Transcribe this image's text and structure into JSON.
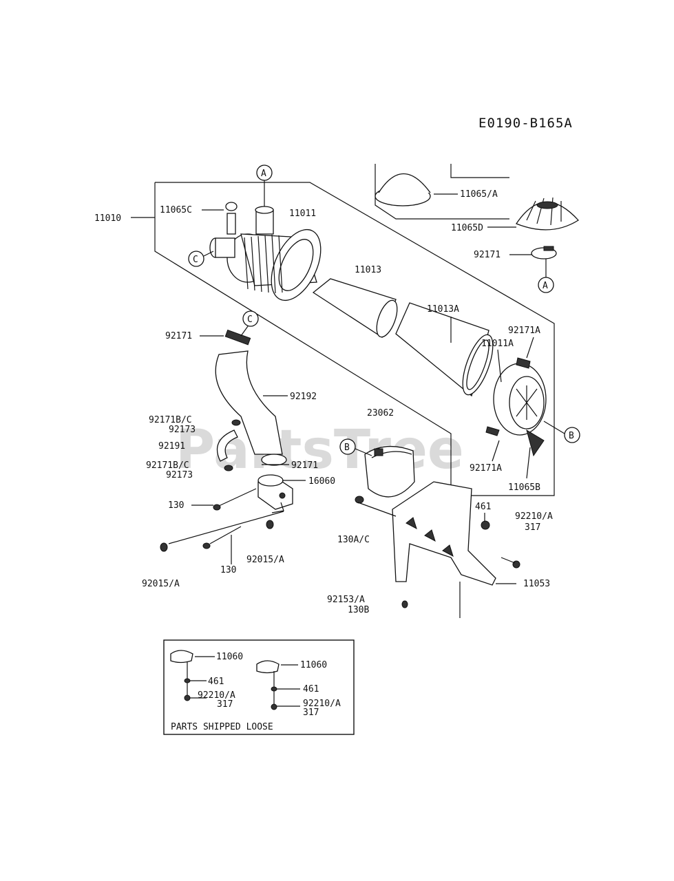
{
  "ref_code": "E0190-B165A",
  "watermark": "PartsTree",
  "labels": {
    "p11010": "11010",
    "p11065c": "11065C",
    "p11011": "11011",
    "p11013": "11013",
    "p11065a": "11065/A",
    "p11065d": "11065D",
    "p92171_top": "92171",
    "p11013a": "11013A",
    "p92171a_top": "92171A",
    "p11011a": "11011A",
    "p92171_left": "92171",
    "p92192": "92192",
    "p23062": "23062",
    "p92171bc_1": "92171B/C",
    "p92173_1": "92173",
    "p92191": "92191",
    "p92171_mid": "92171",
    "p92171bc_2": "92171B/C",
    "p92173_2": "92173",
    "p16060": "16060",
    "p130_a": "130",
    "p130_b": "130",
    "p92015a_1": "92015/A",
    "p92015a_2": "92015/A",
    "p92171a_bot": "92171A",
    "p11065b": "11065B",
    "p461": "461",
    "p92210a": "92210/A",
    "p317": "317",
    "p130ac": "130A/C",
    "p11053": "11053",
    "p92153a": "92153/A",
    "p130b": "130B"
  },
  "callouts": {
    "a": "A",
    "b": "B",
    "c": "C"
  },
  "loose": {
    "title": "PARTS SHIPPED LOOSE",
    "p11060": "11060",
    "p461": "461",
    "p92210a": "92210/A",
    "p317": "317"
  }
}
